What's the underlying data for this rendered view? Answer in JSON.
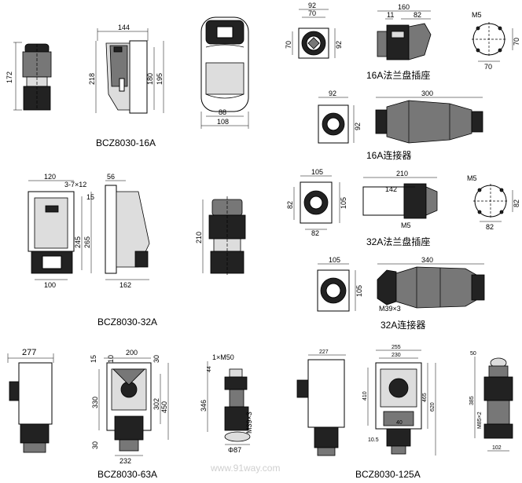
{
  "captions": {
    "bcz16": "BCZ8030-16A",
    "bcz32": "BCZ8030-32A",
    "bcz63": "BCZ8030-63A",
    "bcz125": "BCZ8030-125A",
    "socket16": "16A法兰盘插座",
    "coupler16": "16A连接器",
    "socket32": "32A法兰盘插座",
    "coupler32": "32A连接器"
  },
  "watermark": "www.91way.com",
  "dims": {
    "d172": "172",
    "d144": "144",
    "d218": "218",
    "d180": "180",
    "d195": "195",
    "d88": "88",
    "d108": "108",
    "d92a": "92",
    "d70a": "70",
    "d70b": "70",
    "d92b": "92",
    "d160": "160",
    "d11": "11",
    "d82a": "82",
    "m5a": "M5",
    "d70c": "70",
    "d70d": "70",
    "d92c": "92",
    "d300": "300",
    "d92d": "92",
    "d120": "120",
    "d56": "56",
    "d3x7x12": "3-7×12",
    "d15": "15",
    "d245": "245",
    "d265": "265",
    "d100": "100",
    "d162": "162",
    "d210a": "210",
    "d105a": "105",
    "d82b": "82",
    "d105b": "105",
    "d82c": "82",
    "d210b": "210",
    "d142": "142",
    "m5b": "M5",
    "m5c": "M5",
    "d82d": "82",
    "d82e": "82",
    "d105c": "105",
    "d340": "340",
    "d105d": "105",
    "m39x3a": "M39×3",
    "d277": "277",
    "d15b": "15",
    "d10": "10",
    "d200": "200",
    "d30a": "30",
    "d330": "330",
    "d302": "302",
    "d450": "450",
    "d30b": "30",
    "d232": "232",
    "m50": "1×M50",
    "d44": "44",
    "d346": "346",
    "m39x3b": "M39×3",
    "phi87": "Φ87",
    "d227": "227",
    "d255": "255",
    "d230": "230",
    "d410": "410",
    "d465": "465",
    "d620": "620",
    "d40": "40",
    "d108b": "10.5",
    "d50": "50",
    "d385": "385",
    "m85": "M85×2",
    "d102": "102"
  }
}
